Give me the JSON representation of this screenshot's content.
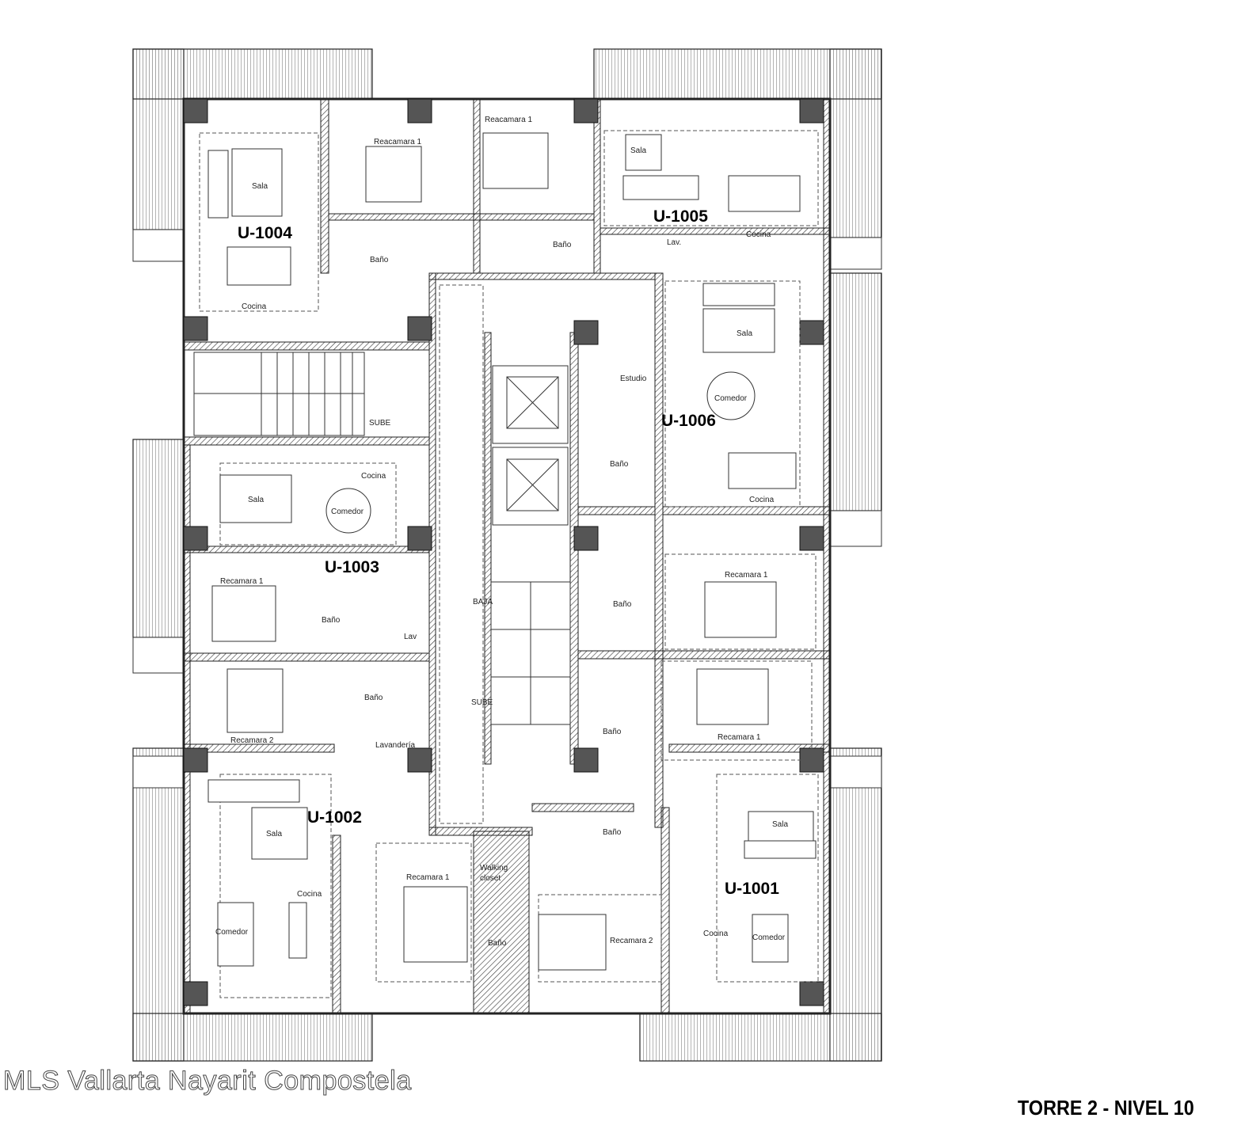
{
  "title": "TORRE 2 - NIVEL 10",
  "watermark": "MLS Vallarta Nayarit Compostela",
  "units": [
    "U-1004",
    "U-1005",
    "U-1006",
    "U-1003",
    "U-1002",
    "U-1001"
  ],
  "rooms": [
    "Sala",
    "Cocina",
    "Reacamara 1",
    "Reacamara 1",
    "Sala",
    "Cocina",
    "Baño",
    "Baño",
    "Lav.",
    "Sala",
    "Comedor",
    "Estudio",
    "Baño",
    "Cocina",
    "Cocina",
    "Sala",
    "Comedor",
    "Recamara 1",
    "Baño",
    "Lav",
    "Recamara 1",
    "Baño",
    "Recamara 1",
    "Baño",
    "Baño",
    "Recamara 2",
    "Lavandería",
    "Sala",
    "Cocina",
    "Comedor",
    "Recamara 1",
    "Walking",
    "closet",
    "Baño",
    "Recamara 2",
    "Baño",
    "Cocina",
    "Comedor",
    "Sala"
  ],
  "stairs": {
    "up_label": "SUBE",
    "down_label": "BAJA"
  }
}
